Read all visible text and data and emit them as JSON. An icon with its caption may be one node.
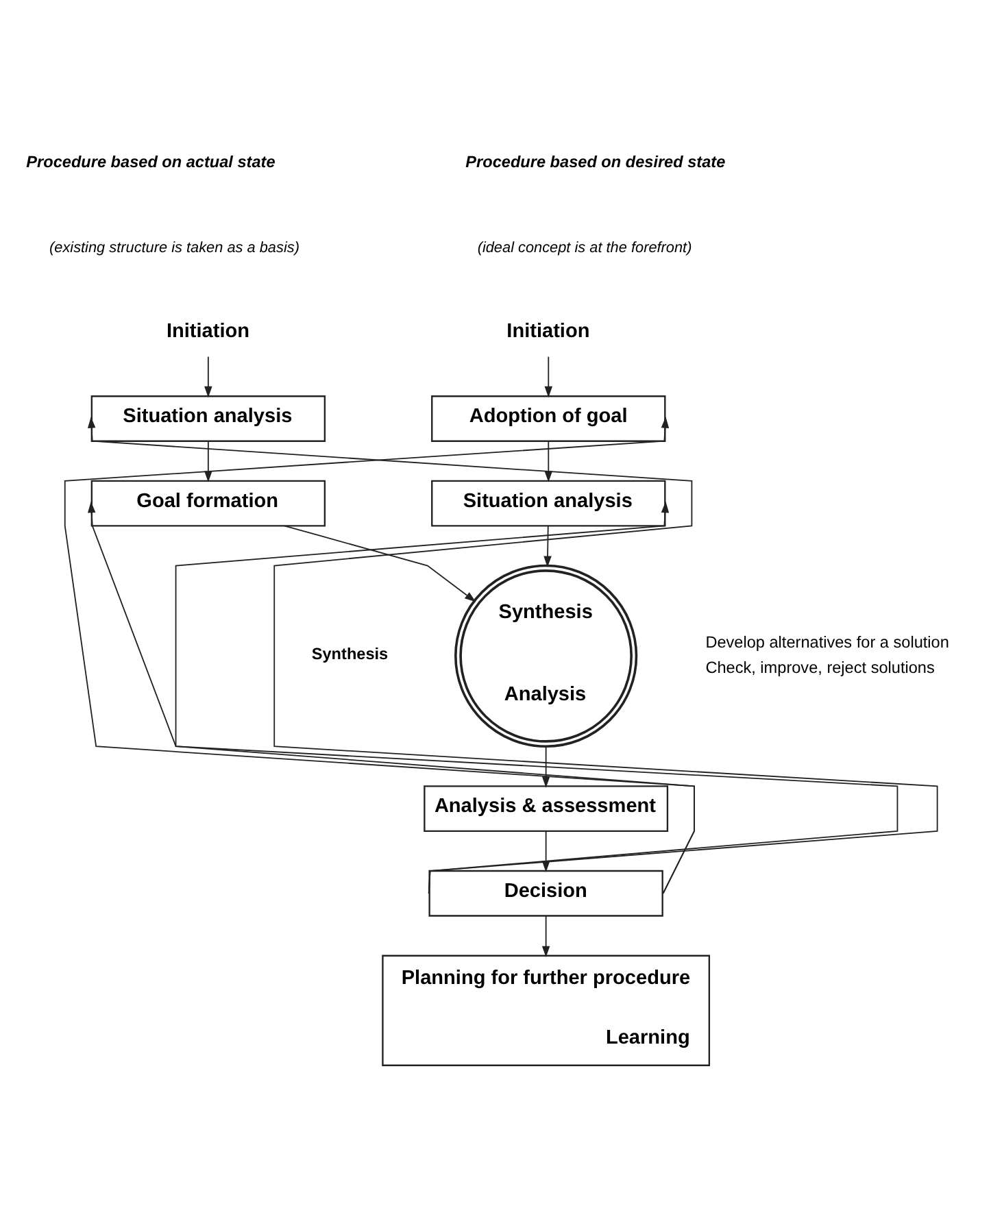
{
  "diagram": {
    "nodes": [
      {
        "text": [
          "Initiation"
        ]
      },
      {
        "text": [
          "Situation analysis"
        ]
      },
      {
        "text": [
          "Goal formation"
        ]
      },
      {
        "text": [
          "Initiation"
        ]
      },
      {
        "text": [
          "Adoption of goal"
        ]
      },
      {
        "text": [
          "Situation analysis"
        ]
      },
      {
        "text": [
          "Synthesis",
          "Analysis"
        ],
        "beside": [
          "Develop alternatives for a solution",
          "Check, improve, reject solutions"
        ]
      },
      {
        "text": [
          "Analysis & assessment"
        ]
      },
      {
        "text": [
          "Decision"
        ]
      },
      {
        "text": [
          "Planning for further procedure",
          "Learning"
        ]
      }
    ],
    "edges": [
      {
        "from": 0,
        "to": 1,
        "arrow": "to"
      },
      {
        "from": 1,
        "to": 2,
        "arrow": "to"
      },
      {
        "from": 3,
        "to": 4,
        "arrow": "to"
      },
      {
        "from": 4,
        "to": 5,
        "arrow": "to"
      },
      {
        "from": 2,
        "to": 6,
        "arrow": "to"
      },
      {
        "from": 5,
        "to": 6,
        "arrow": "to"
      },
      {
        "from": 6,
        "to": 7,
        "arrow": "to"
      },
      {
        "from": 7,
        "to": 8,
        "arrow": "to"
      },
      {
        "from": 8,
        "to": 9,
        "arrow": "to"
      },
      {
        "from": 8,
        "to": 1,
        "arrow": "to"
      },
      {
        "from": 8,
        "to": 2,
        "arrow": "to"
      },
      {
        "from": 8,
        "to": 4,
        "arrow": "to"
      },
      {
        "from": 8,
        "to": 5,
        "arrow": "to"
      }
    ],
    "labels": [
      "Procedure based on actual state",
      "(existing structure is taken as a basis)",
      "Procedure based on desired state",
      "(ideal concept is at the forefront)",
      "Synthesis"
    ]
  }
}
